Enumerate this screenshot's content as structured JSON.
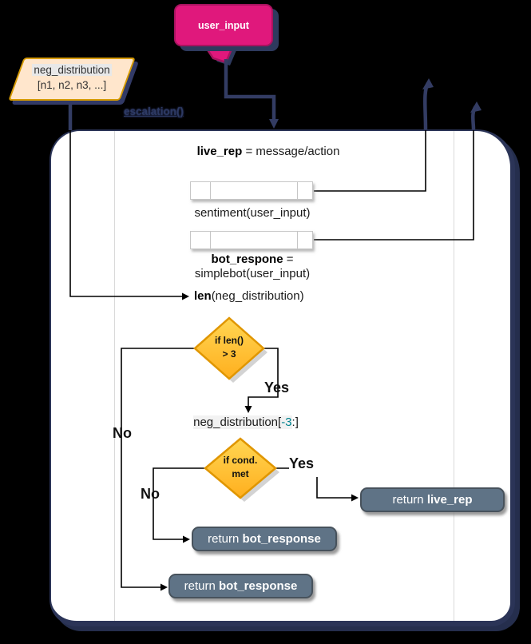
{
  "colors": {
    "background": "#000000",
    "bubble_fill": "#e0187c",
    "bubble_border": "#a8135f",
    "parallelogram_fill": "#ffe6cc",
    "parallelogram_border": "#d79b00",
    "diamond_fill_top": "#ffd653",
    "diamond_fill_bottom": "#ffaf1e",
    "diamond_border": "#e09600",
    "return_fill": "#5f7386",
    "return_border": "#47525c",
    "connector_navy": "#333c63",
    "connector_black": "#000000",
    "slice_index_color": "#00838f"
  },
  "nodes": {
    "user_input_label": "user_input",
    "neg_distribution": {
      "title": "neg_distribution",
      "subtitle": "[n1, n2, n3, ...]"
    },
    "function_name": "escalation()",
    "live_rep_assignment": {
      "bold": "live_rep",
      "rest": " = message/action"
    },
    "sentiment_caption": "sentiment(user_input)",
    "bot_assignment": {
      "bold": "bot_respone",
      "rest": " ="
    },
    "bot_caption": "simplebot(user_input)",
    "len_call": {
      "bold": "len",
      "rest": "(neg_distribution)"
    },
    "slice": {
      "pre": "neg_distribution[",
      "index": "-3",
      "post": ":]"
    },
    "decision1": {
      "line1": "if len()",
      "line2": "> 3"
    },
    "decision2": {
      "line1": "if cond.",
      "line2": "met"
    },
    "branch_labels": {
      "yes1": "Yes",
      "no1": "No",
      "yes2": "Yes",
      "no2": "No"
    },
    "returns": [
      {
        "prefix": "return ",
        "value": "live_rep"
      },
      {
        "prefix": "return ",
        "value": "bot_response"
      },
      {
        "prefix": "return ",
        "value": "bot_response"
      }
    ]
  }
}
